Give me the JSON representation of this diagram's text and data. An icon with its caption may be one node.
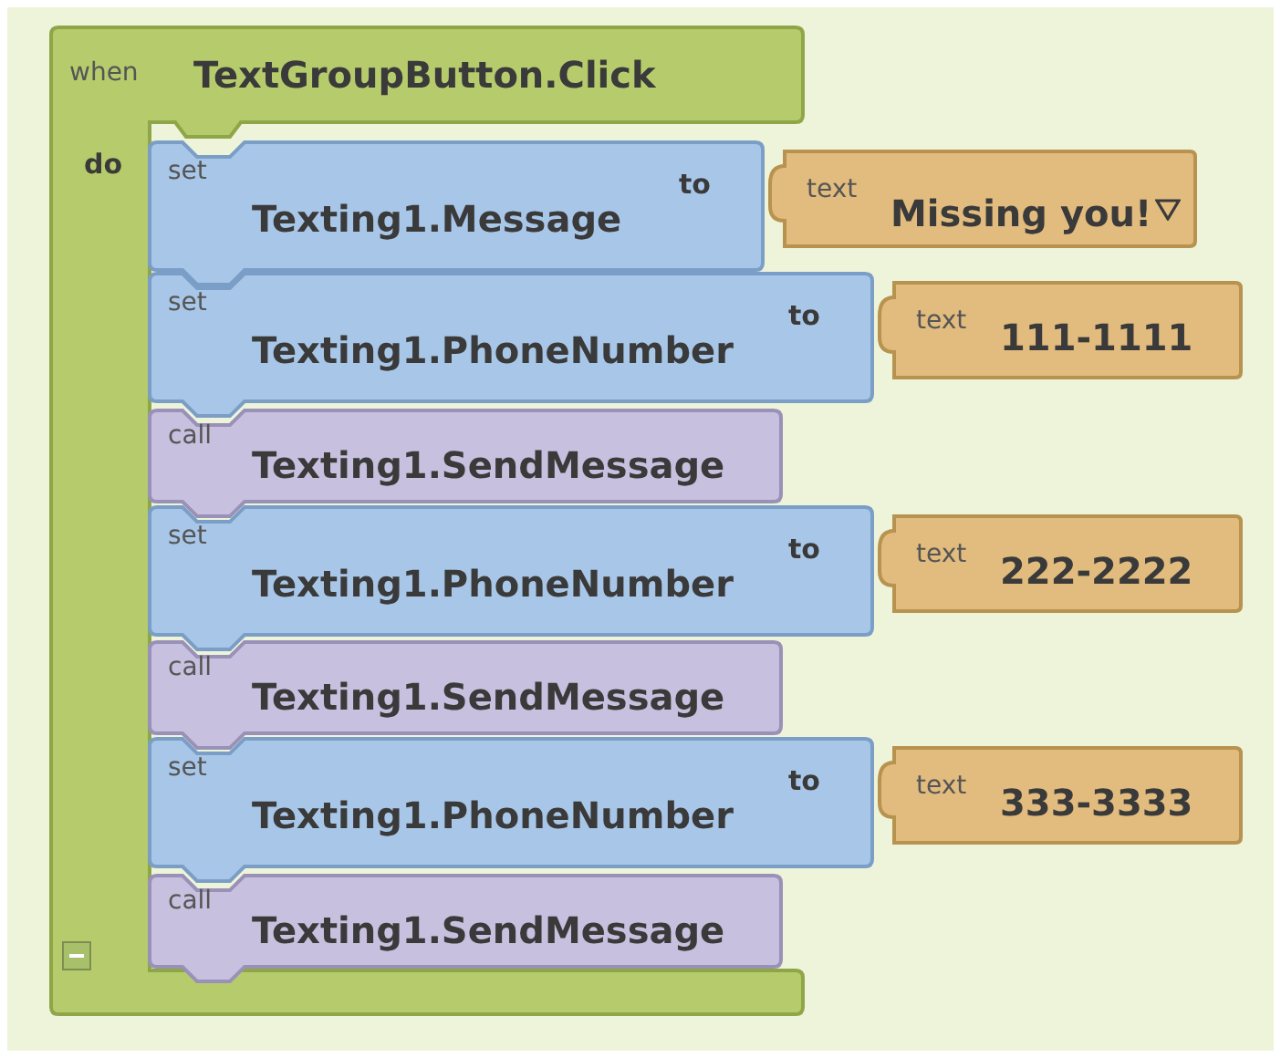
{
  "diagram": {
    "nodes": [
      {
        "text": [
          "when",
          "TextGroupButton.Click",
          "do"
        ]
      },
      {
        "text": [
          "set",
          "Texting1.Message",
          "to"
        ],
        "in": 0
      },
      {
        "text": [
          "text",
          "Missing you!"
        ]
      },
      {
        "text": [
          "set",
          "Texting1.PhoneNumber",
          "to"
        ],
        "in": 0
      },
      {
        "text": [
          "text",
          "111-1111"
        ]
      },
      {
        "text": [
          "call",
          "Texting1.SendMessage"
        ],
        "in": 0
      },
      {
        "text": [
          "set",
          "Texting1.PhoneNumber",
          "to"
        ],
        "in": 0
      },
      {
        "text": [
          "text",
          "222-2222"
        ]
      },
      {
        "text": [
          "call",
          "Texting1.SendMessage"
        ],
        "in": 0
      },
      {
        "text": [
          "set",
          "Texting1.PhoneNumber",
          "to"
        ],
        "in": 0
      },
      {
        "text": [
          "text",
          "333-3333"
        ]
      },
      {
        "text": [
          "call",
          "Texting1.SendMessage"
        ],
        "in": 0
      }
    ]
  }
}
